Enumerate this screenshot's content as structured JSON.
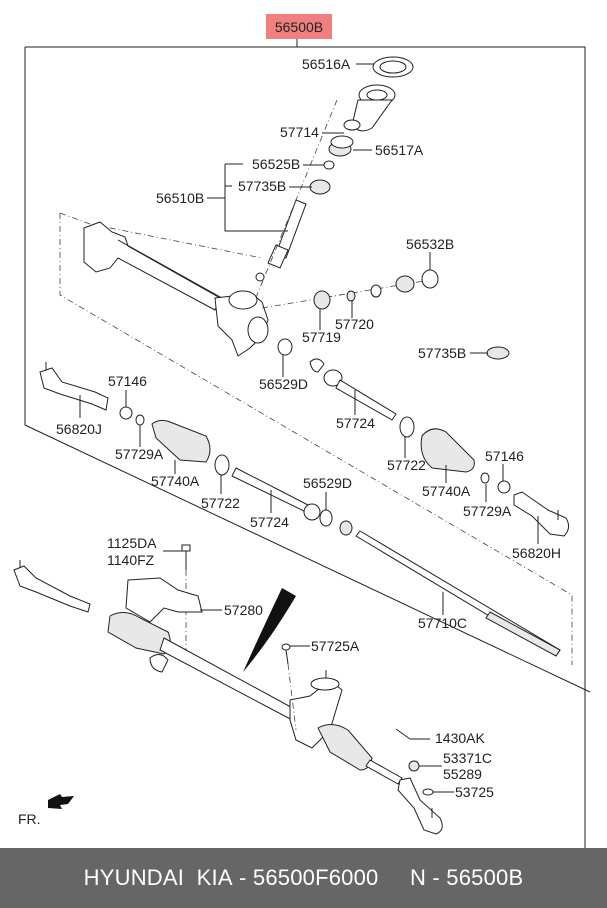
{
  "diagram": {
    "main_part": {
      "label": "56500B",
      "highlight_color": "#f08080"
    },
    "direction_label": "FR.",
    "callouts": [
      {
        "id": "56516A",
        "label": "56516A"
      },
      {
        "id": "57714",
        "label": "57714"
      },
      {
        "id": "56517A",
        "label": "56517A"
      },
      {
        "id": "56525B",
        "label": "56525B"
      },
      {
        "id": "57735B-top",
        "label": "57735B"
      },
      {
        "id": "56510B",
        "label": "56510B"
      },
      {
        "id": "56532B",
        "label": "56532B"
      },
      {
        "id": "57720",
        "label": "57720"
      },
      {
        "id": "57719",
        "label": "57719"
      },
      {
        "id": "57735B-right",
        "label": "57735B"
      },
      {
        "id": "56529D-top",
        "label": "56529D"
      },
      {
        "id": "57146-left",
        "label": "57146"
      },
      {
        "id": "56820J",
        "label": "56820J"
      },
      {
        "id": "57729A-left",
        "label": "57729A"
      },
      {
        "id": "57740A-left",
        "label": "57740A"
      },
      {
        "id": "57724-top",
        "label": "57724"
      },
      {
        "id": "57722-right",
        "label": "57722"
      },
      {
        "id": "57722-left",
        "label": "57722"
      },
      {
        "id": "57740A-right",
        "label": "57740A"
      },
      {
        "id": "57146-right",
        "label": "57146"
      },
      {
        "id": "57729A-right",
        "label": "57729A"
      },
      {
        "id": "56820H",
        "label": "56820H"
      },
      {
        "id": "57724-bottom",
        "label": "57724"
      },
      {
        "id": "56529D-bottom",
        "label": "56529D"
      },
      {
        "id": "1125DA",
        "label": "1125DA"
      },
      {
        "id": "1140FZ",
        "label": "1140FZ"
      },
      {
        "id": "57280",
        "label": "57280"
      },
      {
        "id": "57710C",
        "label": "57710C"
      },
      {
        "id": "57725A",
        "label": "57725A"
      },
      {
        "id": "1430AK",
        "label": "1430AK"
      },
      {
        "id": "53371C",
        "label": "53371C"
      },
      {
        "id": "55289",
        "label": "55289"
      },
      {
        "id": "53725",
        "label": "53725"
      }
    ]
  },
  "footer": {
    "brand": "HYUNDAI  KIA",
    "part_number": "56500F6000",
    "ref_prefix": "N",
    "ref_number": "56500B",
    "separator": " - ",
    "gap": "     "
  }
}
